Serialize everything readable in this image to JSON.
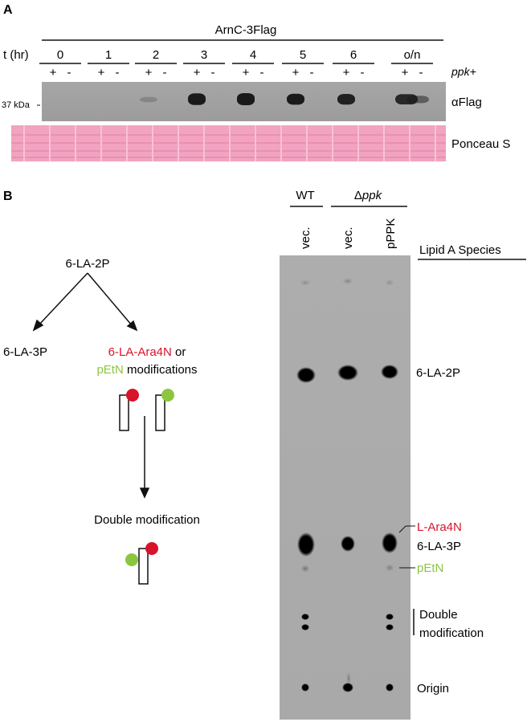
{
  "panel_a": {
    "letter": "A",
    "construct": "ArnC-3Flag",
    "time_label": "t (hr)",
    "timepoints": [
      "0",
      "1",
      "2",
      "3",
      "4",
      "5",
      "6",
      "o/n"
    ],
    "ppk_signs": [
      "+",
      "-"
    ],
    "ppk_label": "ppk+",
    "mw_marker": "37 kDa",
    "blot_label": "αFlag",
    "ponceau_label": "Ponceau S",
    "band_intensity": [
      0,
      0,
      0,
      0,
      0.05,
      0,
      0.95,
      0,
      1.0,
      0,
      0.85,
      0,
      0.8,
      0,
      0.75,
      0.35
    ]
  },
  "panel_b": {
    "letter": "B",
    "scheme": {
      "parent": "6-LA-2P",
      "product_left": "6-LA-3P",
      "product_right_red": "6-LA-Ara4N",
      "product_right_or": " or",
      "product_right_green": "pEtN",
      "product_right_tail": " modifications",
      "double": "Double modification"
    },
    "tlc": {
      "wt_label": "WT",
      "delta_label": "Δ",
      "ppk_italic": "ppk",
      "lanes": [
        "vec.",
        "vec.",
        "pPPK"
      ],
      "species_header": "Lipid A Species",
      "species": {
        "la2p": "6-LA-2P",
        "ara4n": "L-Ara4N",
        "la3p": "6-LA-3P",
        "petn": "pEtN",
        "double_1": "Double",
        "double_2": "modification",
        "origin": "Origin"
      }
    },
    "colors": {
      "ara4n": "#d7142a",
      "petn": "#8cc63f"
    }
  }
}
